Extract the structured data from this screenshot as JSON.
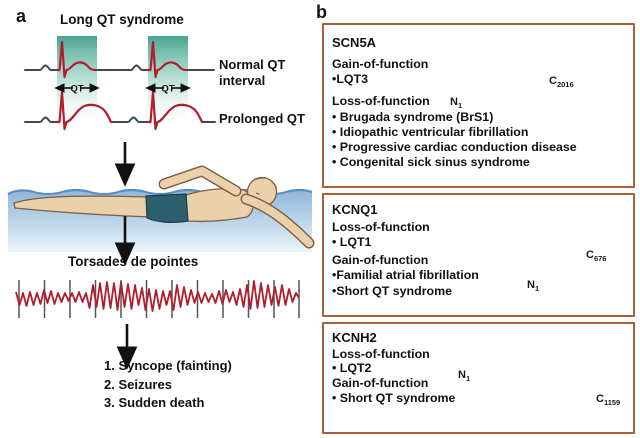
{
  "panel_a": {
    "label": "a",
    "title": "Long QT syndrome",
    "qt": "QT",
    "normal_line1": "Normal QT",
    "normal_line2": "interval",
    "prolonged_label": "Prolonged QT",
    "torsades_label": "Torsades de pointes",
    "outcomes": [
      "1. Syncope (fainting)",
      "2. Seizures",
      "3. Sudden death"
    ]
  },
  "panel_b": {
    "label": "b",
    "boxes": [
      {
        "gene": "SCN5A",
        "rows": [
          "Gain-of-function",
          "•LQT3",
          "Loss-of-function",
          "• Brugada syndrome (BrS1)",
          "• Idiopathic ventricular fibrillation",
          "• Progressive cardiac conduction disease",
          "• Congenital sick sinus syndrome"
        ],
        "n": {
          "b": "N",
          "s": "1"
        },
        "c": {
          "b": "C",
          "s": "2016"
        }
      },
      {
        "gene": "KCNQ1",
        "rows": [
          "Loss-of-function",
          "• LQT1",
          "Gain-of-function",
          "•Familial atrial fibrillation",
          "•Short QT syndrome"
        ],
        "n": {
          "b": "N",
          "s": "1"
        },
        "c": {
          "b": "C",
          "s": "676"
        }
      },
      {
        "gene": "KCNH2",
        "rows": [
          "Loss-of-function",
          "• LQT2",
          "Gain-of-function",
          "• Short QT syndrome"
        ],
        "n": {
          "b": "N",
          "s": "1"
        },
        "c": {
          "b": "C",
          "s": "1159"
        }
      }
    ]
  },
  "colors": {
    "box_border": "#a8603a",
    "ecg_red": "#b01e2e",
    "qt_band_teal": "#3e9f8b",
    "ecg_baseline": "#3a4a56",
    "membrane_blue": "#c9dcea",
    "helix_salmon": "#df8a70",
    "cnbd_orange": "#e8891a",
    "water_blue": "#8fb6d8",
    "skin": "#ead0ab"
  }
}
